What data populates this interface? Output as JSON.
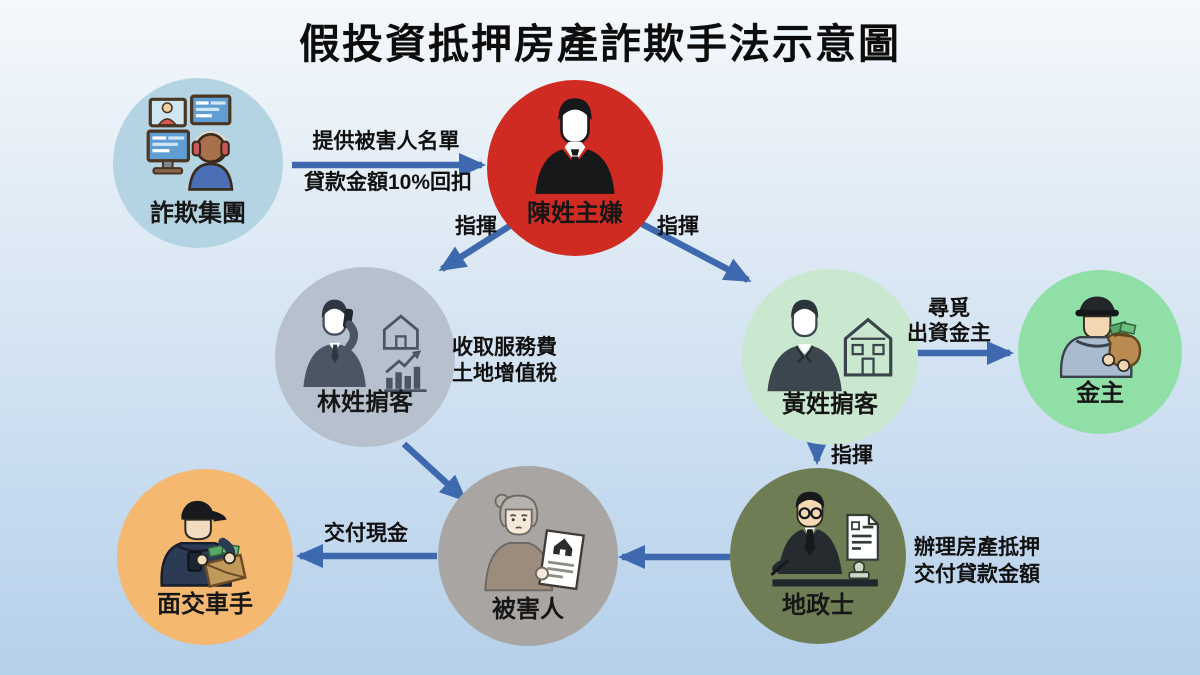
{
  "title": "假投資抵押房產詐欺手法示意圖",
  "colors": {
    "arrow": "#3f69ae",
    "background_top": "#f4f8fb",
    "background_mid": "#d8e6f3",
    "background_bottom": "#b5d0eb"
  },
  "nodes": [
    {
      "id": "fraud-group",
      "label": "詐欺集團",
      "color": "#b5d4e3",
      "icon": "call-center-icon"
    },
    {
      "id": "chen-suspect",
      "label": "陳姓主嫌",
      "color": "#cf2b22",
      "icon": "suit-man-icon"
    },
    {
      "id": "lin-broker",
      "label": "林姓掮客",
      "color": "#b7c1ce",
      "icon": "phone-broker-icon"
    },
    {
      "id": "huang-broker",
      "label": "黃姓掮客",
      "color": "#c9e8cf",
      "icon": "house-broker-icon"
    },
    {
      "id": "financier",
      "label": "金主",
      "color": "#8fdfa7",
      "icon": "money-bag-icon"
    },
    {
      "id": "land-agent",
      "label": "地政士",
      "color": "#6f7d55",
      "icon": "notary-icon"
    },
    {
      "id": "victim",
      "label": "被害人",
      "color": "#a8a5a2",
      "icon": "victim-icon"
    },
    {
      "id": "courier",
      "label": "面交車手",
      "color": "#f4b870",
      "icon": "courier-icon"
    }
  ],
  "labels": {
    "provide_line1": "提供被害人名單",
    "provide_line2": "貸款金額10%回扣",
    "command": "指揮",
    "service_line1": "收取服務費",
    "service_line2": "土地增值稅",
    "seek_line1": "尋覓",
    "seek_line2": "出資金主",
    "mortgage_line1": "辦理房產抵押",
    "mortgage_line2": "交付貸款金額",
    "cash": "交付現金"
  },
  "edges": [
    {
      "from": "fraud-group",
      "to": "chen-suspect",
      "label": "提供被害人名單 貸款金額10%回扣"
    },
    {
      "from": "chen-suspect",
      "to": "lin-broker",
      "label": "指揮"
    },
    {
      "from": "chen-suspect",
      "to": "huang-broker",
      "label": "指揮"
    },
    {
      "from": "lin-broker",
      "to": "victim",
      "label": "收取服務費 土地增值稅"
    },
    {
      "from": "huang-broker",
      "to": "financier",
      "label": "尋覓出資金主"
    },
    {
      "from": "huang-broker",
      "to": "land-agent",
      "label": "指揮"
    },
    {
      "from": "land-agent",
      "to": "victim",
      "label": "辦理房產抵押 交付貸款金額"
    },
    {
      "from": "victim",
      "to": "courier",
      "label": "交付現金"
    }
  ]
}
